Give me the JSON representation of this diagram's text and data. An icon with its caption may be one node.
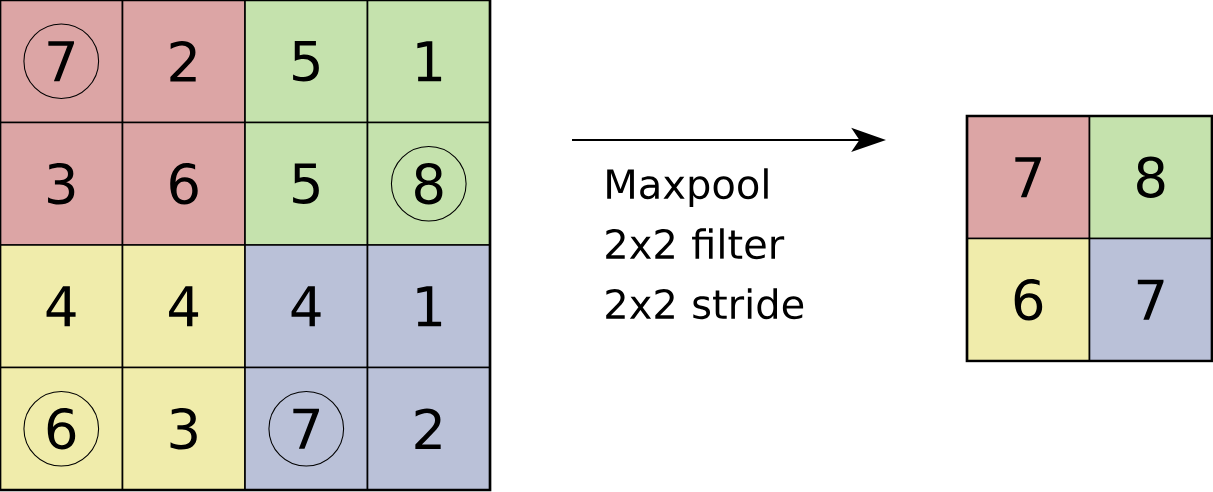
{
  "diagram": {
    "nodes": [
      {
        "text": [],
        "shape": "box"
      },
      {
        "text": [
          "7"
        ],
        "in": 0
      },
      {
        "text": [
          "2"
        ],
        "in": 0
      },
      {
        "text": [
          "5"
        ],
        "in": 0
      },
      {
        "text": [
          "1"
        ],
        "in": 0
      },
      {
        "text": [
          "3"
        ],
        "in": 0
      },
      {
        "text": [
          "6"
        ],
        "in": 0
      },
      {
        "text": [
          "5"
        ],
        "in": 0
      },
      {
        "text": [
          "8"
        ],
        "in": 0
      },
      {
        "text": [
          "4"
        ],
        "in": 0
      },
      {
        "text": [
          "4"
        ],
        "in": 0
      },
      {
        "text": [
          "4"
        ],
        "in": 0
      },
      {
        "text": [
          "1"
        ],
        "in": 0
      },
      {
        "text": [
          "6"
        ],
        "in": 0
      },
      {
        "text": [
          "3"
        ],
        "in": 0
      },
      {
        "text": [
          "7"
        ],
        "in": 0
      },
      {
        "text": [
          "2"
        ],
        "in": 0
      },
      {
        "text": [],
        "shape": "box"
      },
      {
        "text": [
          "7"
        ],
        "in": 17
      },
      {
        "text": [
          "8"
        ],
        "in": 17
      },
      {
        "text": [
          "6"
        ],
        "in": 17
      },
      {
        "text": [
          "7"
        ],
        "in": 17
      }
    ],
    "labels": [
      "Maxpool 2x2 filter 2x2 stride"
    ]
  }
}
